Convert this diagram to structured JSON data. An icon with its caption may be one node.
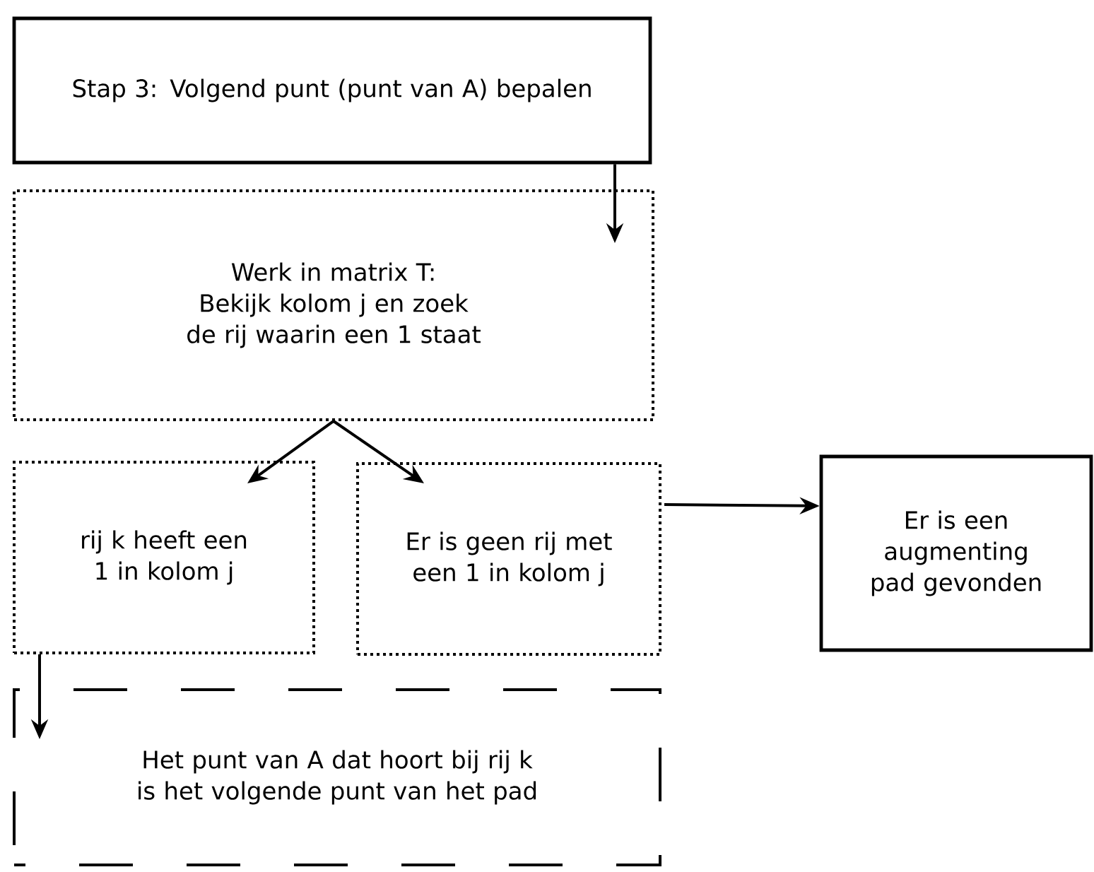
{
  "diagram": {
    "nodes": [
      {
        "text": [
          "Stap 3: Volgend punt (punt van A) bepalen"
        ]
      },
      {
        "text": [
          "Werk in matrix T:",
          "Bekijk kolom j en zoek de rij waarin een 1 staat"
        ]
      },
      {
        "text": [
          "rij k heeft een 1 in kolom j"
        ]
      },
      {
        "text": [
          "Er is geen rij met een 1 in kolom j"
        ]
      },
      {
        "text": [
          "Er is een augmenting pad gevonden"
        ]
      },
      {
        "text": [
          "Het punt van A dat hoort bij rij k is het volgende punt van het pad"
        ]
      }
    ],
    "edges": [
      {
        "from": 0,
        "to": 1,
        "arrow": "to"
      },
      {
        "from": 1,
        "to": 2,
        "arrow": "to"
      },
      {
        "from": 1,
        "to": 3,
        "arrow": "to"
      },
      {
        "from": 3,
        "to": 4,
        "arrow": "to"
      },
      {
        "from": 2,
        "to": 5,
        "arrow": "to"
      }
    ]
  }
}
